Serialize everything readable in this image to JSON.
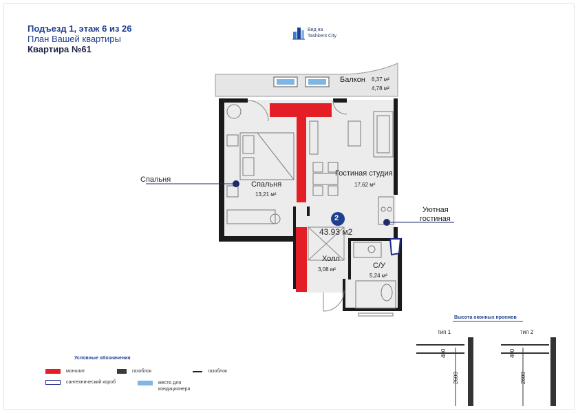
{
  "header": {
    "line1": "Подъезд 1, этаж 6 из 26",
    "line2": "План Вашей квартиры",
    "line3": "Квартира №61"
  },
  "view_badge": {
    "icon": "city-buildings-icon",
    "text": "Вид на Tashkent City"
  },
  "rooms": {
    "balcony": {
      "name": "Балкон",
      "area1": "6,37 м²",
      "area2": "4,78 м²"
    },
    "bedroom": {
      "name": "Спальня",
      "area": "13,21 м²"
    },
    "living": {
      "name": "Гостиная студия",
      "area": "17,62 м²"
    },
    "hall": {
      "name": "Холл",
      "area": "3,08 м²"
    },
    "bathroom": {
      "name": "С/У",
      "area": "5,24 м²"
    }
  },
  "total": {
    "badge": "2",
    "area": "43.93 м2"
  },
  "callouts": {
    "bedroom": "Спальня",
    "living_line1": "Уютная",
    "living_line2": "гостиная"
  },
  "legend": {
    "title": "Условные обозначения",
    "items": [
      {
        "label": "монолит",
        "color": "#e31e24"
      },
      {
        "label": "газоблок",
        "color": "#3a3a3a"
      },
      {
        "label": "газоблок",
        "color": "#222222"
      },
      {
        "label": "сантехнический короб",
        "color": "#1f2a8a"
      },
      {
        "label": "место для кондиционера",
        "color": "#7fb6e4"
      }
    ]
  },
  "windows": {
    "title": "Высота оконных проемов",
    "type1": "тип 1",
    "type2": "тип 2",
    "h_sill": "400",
    "h_total": "2600"
  },
  "colors": {
    "accent": "#1f3f8f",
    "monolith": "#e31e24",
    "wall": "#1a1a1a",
    "dot": "#1f2a6a"
  }
}
